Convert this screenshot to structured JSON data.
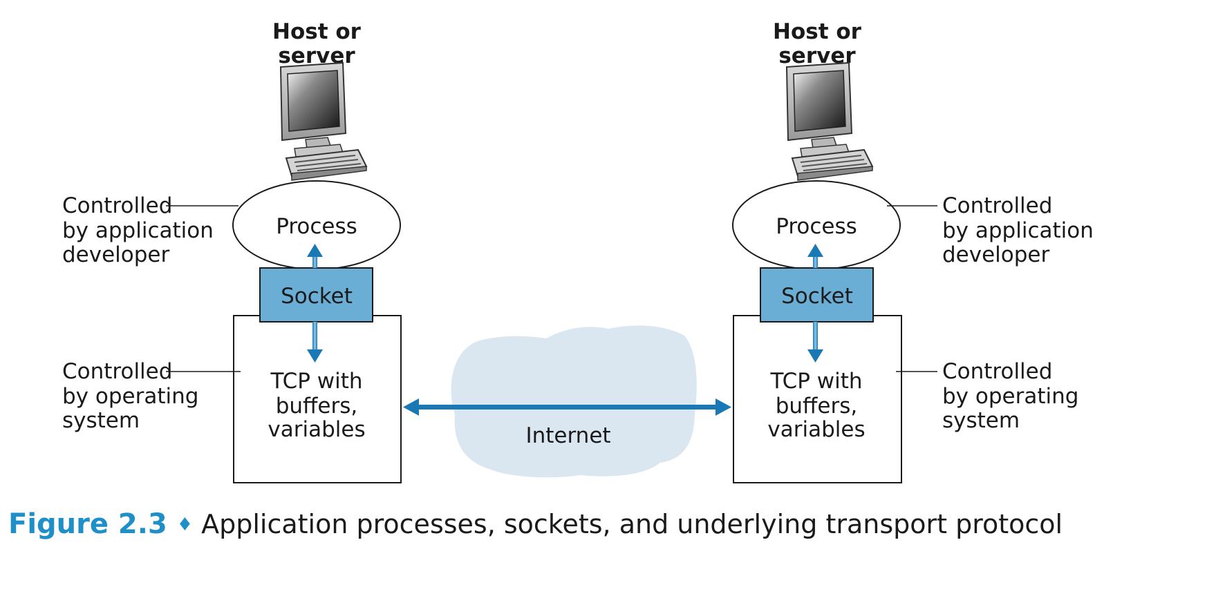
{
  "left_host": {
    "title_line1": "Host or",
    "title_line2": "server",
    "process_label": "Process",
    "socket_label": "Socket",
    "tcp_line1": "TCP with",
    "tcp_line2": "buffers,",
    "tcp_line3": "variables",
    "app_note_line1": "Controlled",
    "app_note_line2": "by application",
    "app_note_line3": "developer",
    "os_note_line1": "Controlled",
    "os_note_line2": "by operating",
    "os_note_line3": "system"
  },
  "right_host": {
    "title_line1": "Host or",
    "title_line2": "server",
    "process_label": "Process",
    "socket_label": "Socket",
    "tcp_line1": "TCP with",
    "tcp_line2": "buffers,",
    "tcp_line3": "variables",
    "app_note_line1": "Controlled",
    "app_note_line2": "by application",
    "app_note_line3": "developer",
    "os_note_line1": "Controlled",
    "os_note_line2": "by operating",
    "os_note_line3": "system"
  },
  "network": {
    "label": "Internet"
  },
  "caption": {
    "number": "Figure 2.3",
    "separator": "♦",
    "text": "Application processes, sockets, and underlying transport protocol"
  },
  "colors": {
    "socket_fill": "#6aaed6",
    "arrow": "#1a78b4",
    "cloud": "#dbe7f0",
    "caption_accent": "#1f8fc8"
  },
  "icons": {
    "host": "desktop-computer-icon"
  }
}
